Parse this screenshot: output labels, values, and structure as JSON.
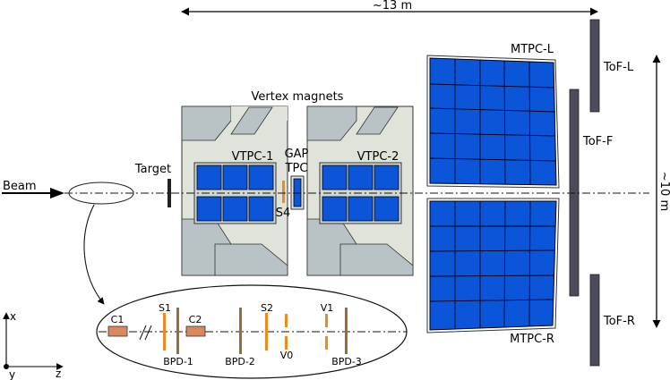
{
  "labels": {
    "length": "~13 m",
    "width": "~10 m",
    "beam": "Beam",
    "target": "Target",
    "vertex_magnets": "Vertex magnets",
    "vtpc1": "VTPC-1",
    "vtpc2": "VTPC-2",
    "gap_tpc_line1": "GAP",
    "gap_tpc_line2": "TPC",
    "s4": "S4",
    "mtpc_l": "MTPC-L",
    "mtpc_r": "MTPC-R",
    "tof_l": "ToF-L",
    "tof_f": "ToF-F",
    "tof_r": "ToF-R",
    "axis_x": "x",
    "axis_y": "y",
    "axis_z": "z"
  },
  "beamline_inset": {
    "c1": "C1",
    "c2": "C2",
    "s1": "S1",
    "s2": "S2",
    "v1": "V1",
    "v0": "V0",
    "bpd1": "BPD-1",
    "bpd2": "BPD-2",
    "bpd3": "BPD-3"
  },
  "colors": {
    "tpc_blue": "#0b55d8",
    "magnet_fill": "#dfe3d9",
    "pole_fill": "#b9c2c4",
    "tof_fill": "#4b4b5c",
    "counter_orange": "#f08a1c",
    "bpd_brown": "#9b6b3c",
    "collimator": "#d8895e"
  }
}
